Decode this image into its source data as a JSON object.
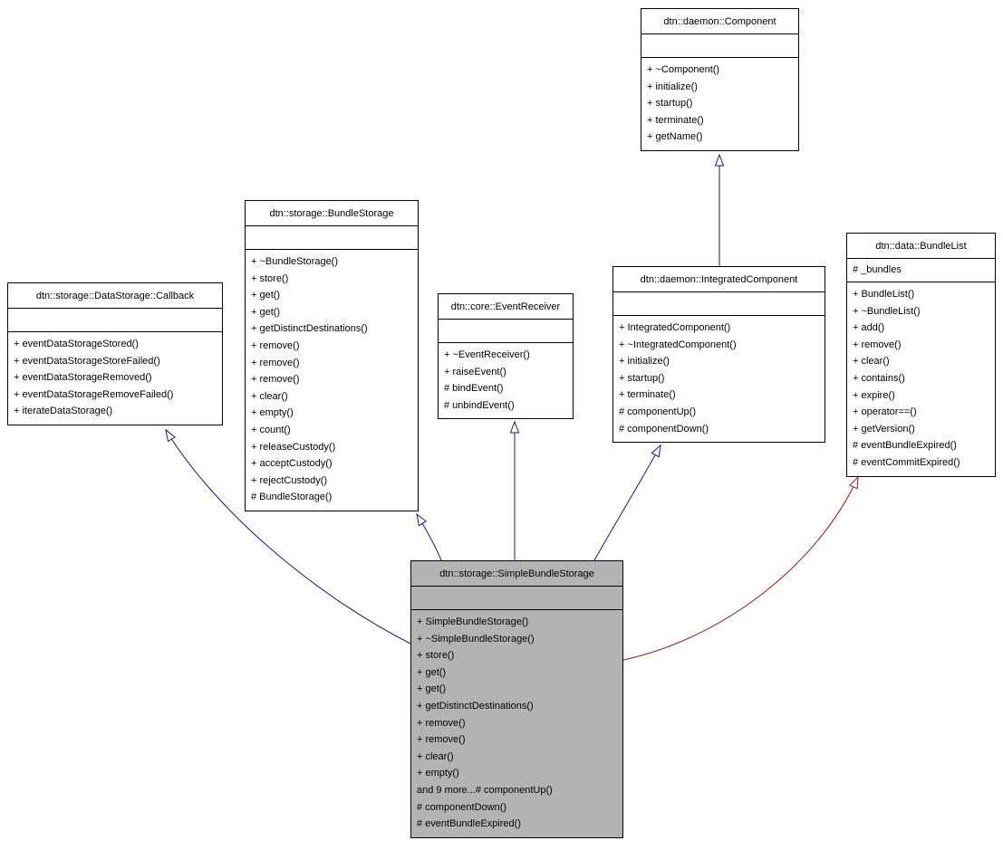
{
  "diagram": {
    "kind": "uml-class-inheritance-diagram",
    "current_class": "dtn::storage::SimpleBundleStorage"
  },
  "colors": {
    "inheritance_arrow": "#191970",
    "private_inheritance_arrow": "#8b1a1a",
    "current_class_fill": "#b3b3b3",
    "box_border": "#000000",
    "box_fill": "#ffffff"
  },
  "classes": {
    "component": {
      "title": "dtn::daemon::Component",
      "attributes": [],
      "methods": [
        "+ ~Component()",
        "+ initialize()",
        "+ startup()",
        "+ terminate()",
        "+ getName()"
      ]
    },
    "bundle_storage": {
      "title": "dtn::storage::BundleStorage",
      "attributes": [],
      "methods": [
        "+ ~BundleStorage()",
        "+ store()",
        "+ get()",
        "+ get()",
        "+ getDistinctDestinations()",
        "+ remove()",
        "+ remove()",
        "+ remove()",
        "+ clear()",
        "+ empty()",
        "+ count()",
        "+ releaseCustody()",
        "+ acceptCustody()",
        "+ rejectCustody()",
        "# BundleStorage()"
      ]
    },
    "callback": {
      "title": "dtn::storage::DataStorage::Callback",
      "attributes": [],
      "methods": [
        "+ eventDataStorageStored()",
        "+ eventDataStorageStoreFailed()",
        "+ eventDataStorageRemoved()",
        "+ eventDataStorageRemoveFailed()",
        "+ iterateDataStorage()"
      ]
    },
    "event_receiver": {
      "title": "dtn::core::EventReceiver",
      "attributes": [],
      "methods": [
        "+ ~EventReceiver()",
        "+ raiseEvent()",
        "# bindEvent()",
        "# unbindEvent()"
      ]
    },
    "integrated_component": {
      "title": "dtn::daemon::IntegratedComponent",
      "attributes": [],
      "methods": [
        "+ IntegratedComponent()",
        "+ ~IntegratedComponent()",
        "+ initialize()",
        "+ startup()",
        "+ terminate()",
        "# componentUp()",
        "# componentDown()"
      ]
    },
    "bundle_list": {
      "title": "dtn::data::BundleList",
      "attributes": [
        "# _bundles"
      ],
      "methods": [
        "+ BundleList()",
        "+ ~BundleList()",
        "+ add()",
        "+ remove()",
        "+ clear()",
        "+ contains()",
        "+ expire()",
        "+ operator==()",
        "+ getVersion()",
        "# eventBundleExpired()",
        "# eventCommitExpired()"
      ]
    },
    "simple_bundle_storage": {
      "title": "dtn::storage::SimpleBundleStorage",
      "attributes": [],
      "methods": [
        "+ SimpleBundleStorage()",
        "+ ~SimpleBundleStorage()",
        "+ store()",
        "+ get()",
        "+ get()",
        "+ getDistinctDestinations()",
        "+ remove()",
        "+ remove()",
        "+ clear()",
        "+ empty()",
        "and 9 more...# componentUp()",
        "# componentDown()",
        "# eventBundleExpired()"
      ]
    }
  },
  "edges": [
    {
      "from": "dtn::daemon::IntegratedComponent",
      "to": "dtn::daemon::Component",
      "type": "public-inheritance",
      "color": "#191970"
    },
    {
      "from": "dtn::storage::SimpleBundleStorage",
      "to": "dtn::storage::DataStorage::Callback",
      "type": "public-inheritance",
      "color": "#191970"
    },
    {
      "from": "dtn::storage::SimpleBundleStorage",
      "to": "dtn::storage::BundleStorage",
      "type": "public-inheritance",
      "color": "#191970"
    },
    {
      "from": "dtn::storage::SimpleBundleStorage",
      "to": "dtn::core::EventReceiver",
      "type": "public-inheritance",
      "color": "#191970"
    },
    {
      "from": "dtn::storage::SimpleBundleStorage",
      "to": "dtn::daemon::IntegratedComponent",
      "type": "public-inheritance",
      "color": "#191970"
    },
    {
      "from": "dtn::storage::SimpleBundleStorage",
      "to": "dtn::data::BundleList",
      "type": "private-inheritance",
      "color": "#8b1a1a"
    }
  ]
}
